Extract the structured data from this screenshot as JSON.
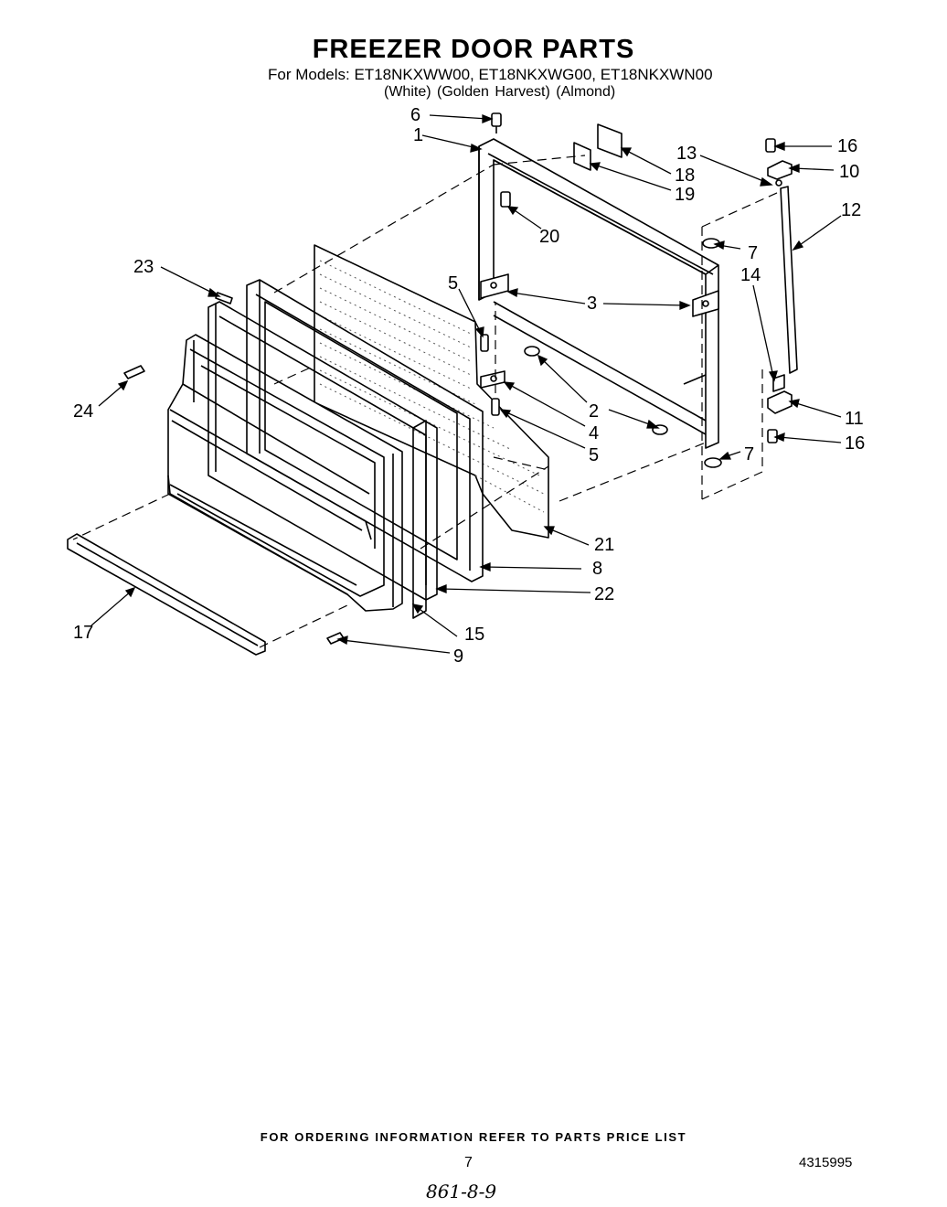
{
  "header": {
    "title": "FREEZER DOOR PARTS",
    "models_line": "For Models: ET18NKXWW00, ET18NKXWG00, ET18NKXWN00",
    "colors_line": "(White)   (Golden Harvest)   (Almond)"
  },
  "callouts": [
    "6",
    "1",
    "13",
    "18",
    "19",
    "20",
    "16",
    "10",
    "12",
    "7",
    "14",
    "23",
    "5",
    "3",
    "2",
    "4",
    "5",
    "24",
    "11",
    "16",
    "7",
    "21",
    "8",
    "22",
    "17",
    "15",
    "9"
  ],
  "footer": {
    "order_info": "FOR ORDERING INFORMATION REFER TO PARTS PRICE LIST",
    "page_number": "7",
    "document_number": "4315995",
    "handwritten_note": "861-8-9"
  }
}
